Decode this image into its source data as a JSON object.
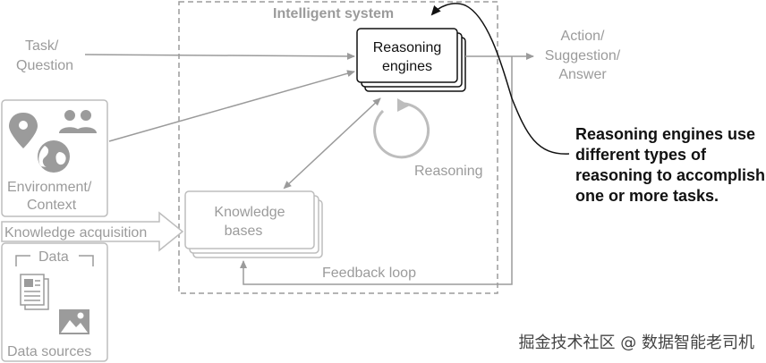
{
  "system": {
    "title": "Intelligent system"
  },
  "reasoning_engines": {
    "line1": "Reasoning",
    "line2": "engines"
  },
  "knowledge_bases": {
    "line1": "Knowledge",
    "line2": "bases"
  },
  "inputs": {
    "task_line1": "Task/",
    "task_line2": "Question",
    "env_line1": "Environment/",
    "env_line2": "Context",
    "knowledge_acquisition": "Knowledge acquisition",
    "data_title": "Data",
    "data_sources": "Data sources"
  },
  "outputs": {
    "line1": "Action/",
    "line2": "Suggestion/",
    "line3": "Answer"
  },
  "loops": {
    "reasoning": "Reasoning",
    "feedback": "Feedback loop"
  },
  "annotation": {
    "line1": "Reasoning engines use",
    "line2": "different types of",
    "line3": "reasoning to accomplish",
    "line4": "one or more tasks."
  },
  "watermark": "掘金技术社区 @ 数据智能老司机",
  "colors": {
    "gray": "#9b9b9b",
    "light_gray": "#bdbdbd",
    "black": "#111111"
  }
}
